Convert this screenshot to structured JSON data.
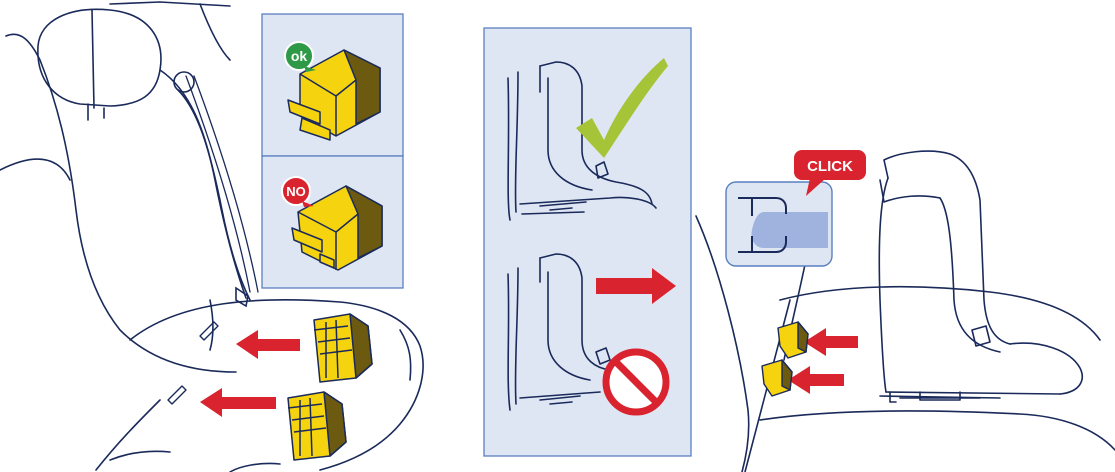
{
  "labels": {
    "ok": "ok",
    "no": "NO",
    "click": "CLICK"
  },
  "icons": {
    "ok_badge": "ok-badge-icon",
    "no_badge": "no-badge-icon",
    "checkmark": "checkmark-icon",
    "prohibited": "prohibited-icon",
    "push_arrow": "arrow-right-icon",
    "insert_arrow": "arrow-left-icon"
  },
  "colors": {
    "line": "#1a2a5a",
    "panel_fill": "#dfe6f3",
    "panel_border": "#5a7fc0",
    "connector_yellow": "#f5d30f",
    "connector_dark": "#6b5a10",
    "arrow_red": "#d9232e",
    "ok_green": "#2e9a47",
    "check_green": "#a6c437",
    "no_red": "#d9232e",
    "click_red": "#d9232e",
    "latch_blue": "#9fb3de"
  }
}
